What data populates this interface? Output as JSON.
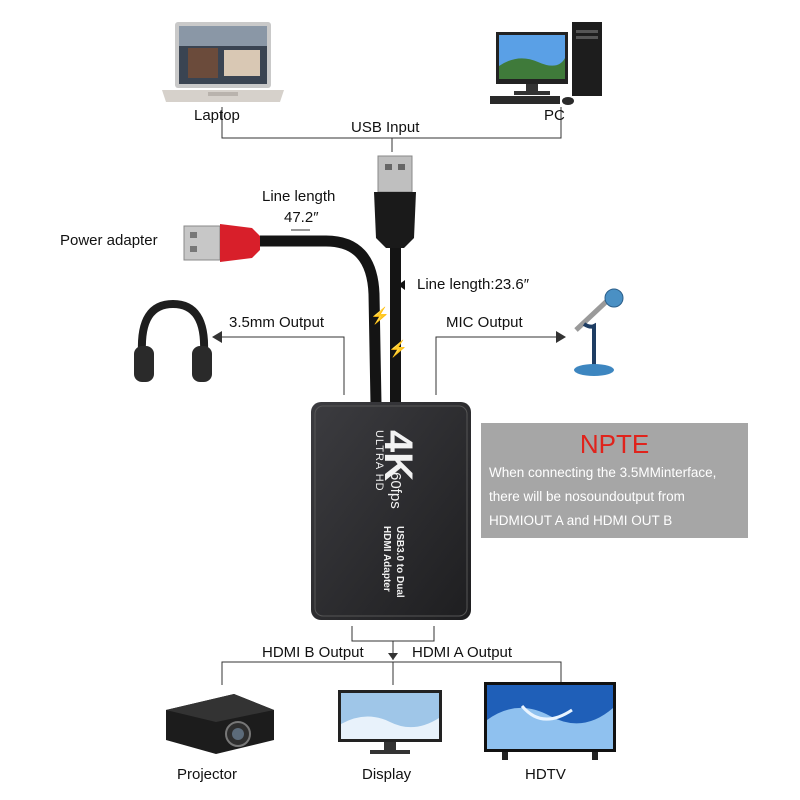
{
  "top": {
    "laptop_label": "Laptop",
    "pc_label": "PC",
    "usb_input_label": "USB Input"
  },
  "cables": {
    "line_length_1_title": "Line length",
    "line_length_1_value": "47.2″",
    "power_adapter_label": "Power adapter",
    "line_length_2_label": "Line length:23.6″"
  },
  "outputs": {
    "audio_out_label": "3.5mm Output",
    "mic_out_label": "MIC Output",
    "hdmi_b_label": "HDMI B Output",
    "hdmi_a_label": "HDMI A Output"
  },
  "adapter": {
    "big_text": "4K",
    "ultra_text": "ULTRA HD",
    "fps_text": "60fps",
    "line1": "USB3.0 to Dual",
    "line2": "HDMI Adapter"
  },
  "note": {
    "title": "NPTE",
    "line1": "When connecting the 3.5MMinterface,",
    "line2": "there will be nosoundoutput from",
    "line3": "HDMIOUT A and HDMI OUT B"
  },
  "bottom": {
    "projector_label": "Projector",
    "display_label": "Display",
    "hdtv_label": "HDTV"
  },
  "colors": {
    "note_title": "#e0231c",
    "note_bg": "#a6a6a6",
    "power_cable_red": "#d81f2a",
    "adapter_body": "#2b2b2d"
  }
}
